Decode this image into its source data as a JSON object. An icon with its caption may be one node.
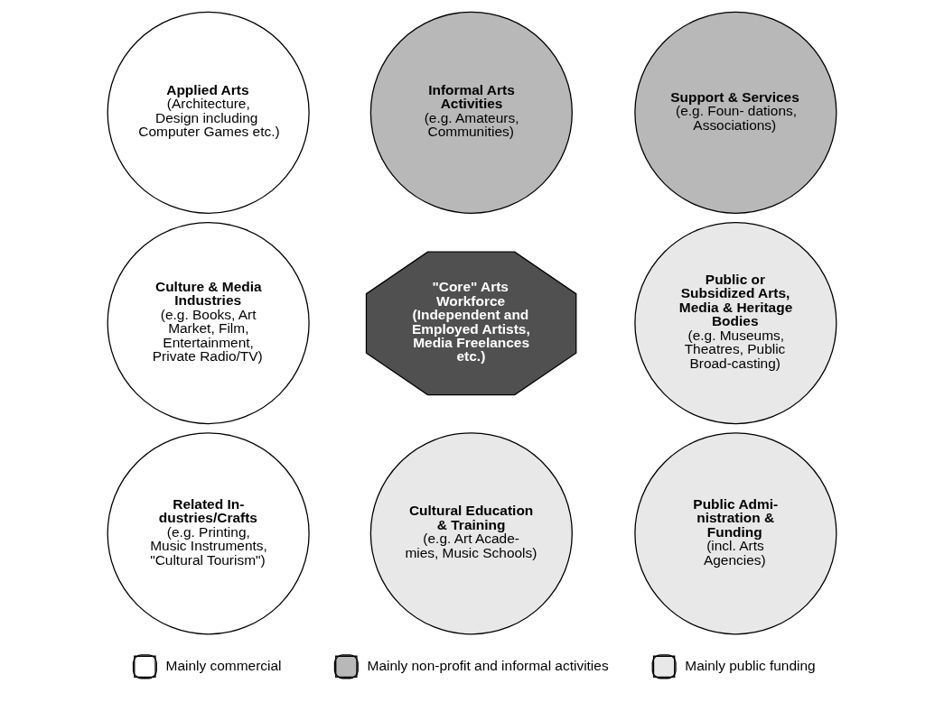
{
  "diagram": {
    "nodes": [
      {
        "text": [
          "Applied Arts",
          "(Architecture, Design including Computer Games etc.)"
        ]
      },
      {
        "text": [
          "Informal Arts Activities",
          "(e.g. Amateurs, Communities)"
        ]
      },
      {
        "text": [
          "Support & Services",
          "(e.g. Foun- dations, Associations)"
        ]
      },
      {
        "text": [
          "Culture & Media Industries",
          "(e.g. Books, Art Market, Film, Entertainment, Private Radio/TV)"
        ]
      },
      {
        "text": [
          "\"Core\" Arts Workforce (Independent and Employed Artists, Media Freelances etc.)"
        ]
      },
      {
        "text": [
          "Public or Subsidized Arts, Media & Heritage Bodies",
          "(e.g. Museums, Theatres, Public Broad-casting)"
        ]
      },
      {
        "text": [
          "Related In- dustries/Crafts",
          "(e.g. Printing, Music Instruments, \"Cultural Tourism\")"
        ]
      },
      {
        "text": [
          "Cultural Education & Training",
          "(e.g. Art Acade- mies, Music Schools)"
        ]
      },
      {
        "text": [
          "Public Admi- nistration & Funding",
          "(incl. Arts Agencies)"
        ]
      }
    ],
    "edges": [],
    "legend": [
      {
        "text": "Mainly commercial"
      },
      {
        "text": "Mainly non-profit and informal activities"
      },
      {
        "text": "Mainly public funding"
      }
    ]
  }
}
